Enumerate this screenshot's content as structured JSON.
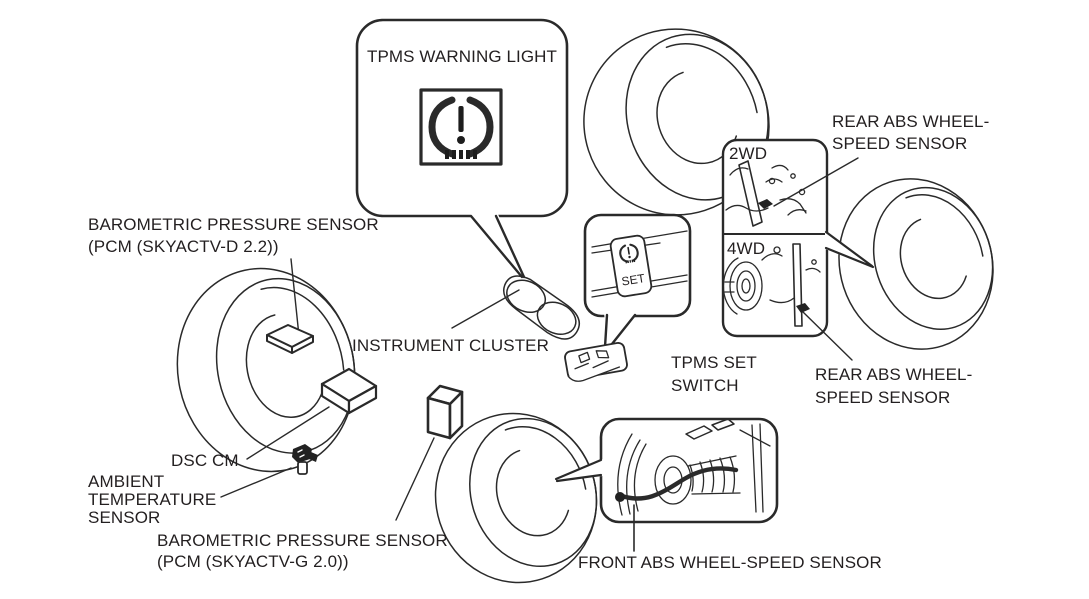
{
  "colors": {
    "background": "#ffffff",
    "line": "#2a2a2a",
    "text": "#231f20"
  },
  "labels": {
    "tpms_warning_light": "TPMS WARNING LIGHT",
    "barometric_d22": [
      "BAROMETRIC PRESSURE SENSOR",
      "(PCM (SKYACTV-D 2.2))"
    ],
    "instrument_cluster": "INSTRUMENT CLUSTER",
    "tpms_set_switch": [
      "TPMS SET",
      "SWITCH"
    ],
    "set_button": "SET",
    "view_2wd": "2WD",
    "view_4wd": "4WD",
    "rear_abs_upper": [
      "REAR ABS WHEEL-",
      "SPEED SENSOR"
    ],
    "rear_abs_lower": [
      "REAR ABS WHEEL-",
      "SPEED SENSOR"
    ],
    "dsc_cm": "DSC CM",
    "ambient_temperature_sensor": [
      "AMBIENT",
      "TEMPERATURE",
      "SENSOR"
    ],
    "barometric_g20": [
      "BAROMETRIC PRESSURE SENSOR",
      "(PCM (SKYACTV-G 2.0))"
    ],
    "front_abs": "FRONT ABS WHEEL-SPEED SENSOR"
  }
}
